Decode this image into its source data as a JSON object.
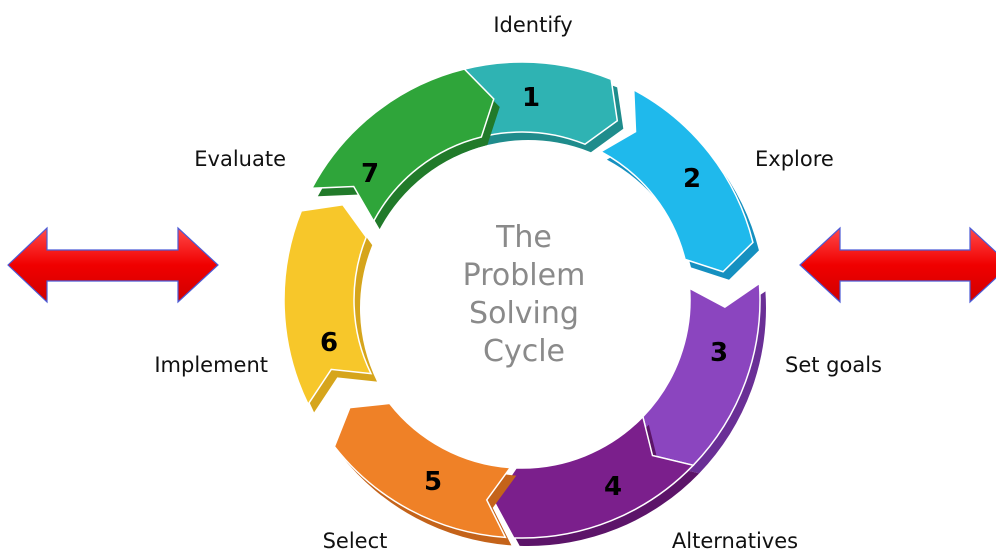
{
  "diagram": {
    "center_text": [
      "The",
      "Problem",
      "Solving",
      "Cycle"
    ],
    "steps": [
      {
        "number": "1",
        "label": "Identify",
        "color": "#2fb3b3",
        "shade": "#1f8c8c"
      },
      {
        "number": "2",
        "label": "Explore",
        "color": "#1fb9ec",
        "shade": "#1590c0"
      },
      {
        "number": "3",
        "label": "Set goals",
        "color": "#8b45bf",
        "shade": "#6a2f96"
      },
      {
        "number": "4",
        "label": "Alternatives",
        "color": "#7b1f8c",
        "shade": "#5c1469"
      },
      {
        "number": "5",
        "label": "Select",
        "color": "#ef8127",
        "shade": "#c4631a"
      },
      {
        "number": "6",
        "label": "Implement",
        "color": "#f7c72a",
        "shade": "#d6a51c"
      },
      {
        "number": "7",
        "label": "Evaluate",
        "color": "#2fa53a",
        "shade": "#217a2a"
      }
    ],
    "arrow_color": "#ff0000",
    "arrow_outline": "#4b5bd6"
  }
}
